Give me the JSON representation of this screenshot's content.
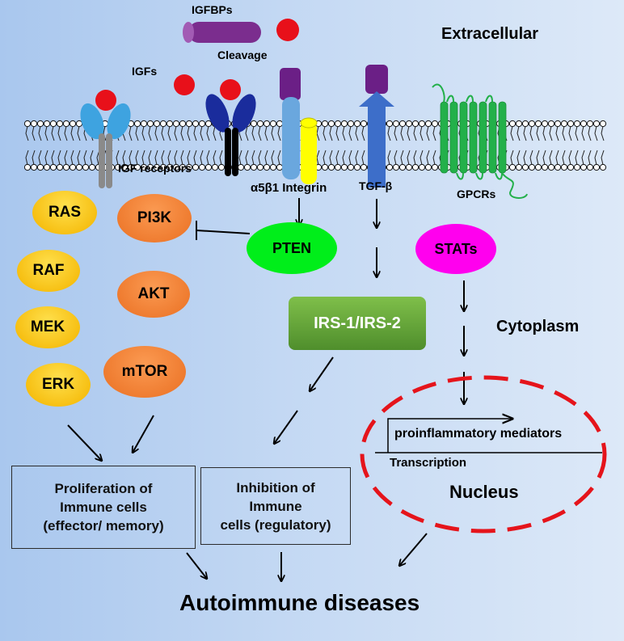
{
  "regions": {
    "extracellular": "Extracellular",
    "cytoplasm": "Cytoplasm",
    "nucleus": "Nucleus"
  },
  "ligands": {
    "igfbps": "IGFBPs",
    "cleavage": "Cleavage",
    "igfs": "IGFs"
  },
  "receptors": {
    "igf_receptors": "IGF receptors",
    "integrin": "α5β1 Integrin",
    "tgf_beta": "TGF-β",
    "gpcrs": "GPCRs"
  },
  "signaling": {
    "ras": "RAS",
    "raf": "RAF",
    "mek": "MEK",
    "erk": "ERK",
    "pi3k": "PI3K",
    "akt": "AKT",
    "mtor": "mTOR",
    "pten": "PTEN",
    "stats": "STATs",
    "irs": "IRS-1/IRS-2"
  },
  "nucleus_content": {
    "mediators": "proinflammatory mediators",
    "transcription": "Transcription"
  },
  "outcomes": {
    "proliferation": [
      "Proliferation of",
      "Immune cells",
      "(effector/ memory)"
    ],
    "inhibition": [
      "Inhibition of",
      "Immune",
      "cells (regulatory)"
    ],
    "disease": "Autoimmune diseases"
  },
  "colors": {
    "membrane_head": "#ffffff",
    "igfbp_purple": "#7b2d8e",
    "ligand_red": "#e8101a",
    "receptor_light_blue": "#3ea3e0",
    "receptor_navy": "#1a2c9c",
    "integrin_blue": "#6aa7de",
    "integrin_yellow": "#ffff00",
    "tgf_blue": "#3d6ec9",
    "gpcr_green": "#23b04a",
    "pten_green": "#00ee1a",
    "stats_magenta": "#ff00ee",
    "irs_green": "#6aaa3a",
    "nucleus_red": "#e5141b"
  }
}
